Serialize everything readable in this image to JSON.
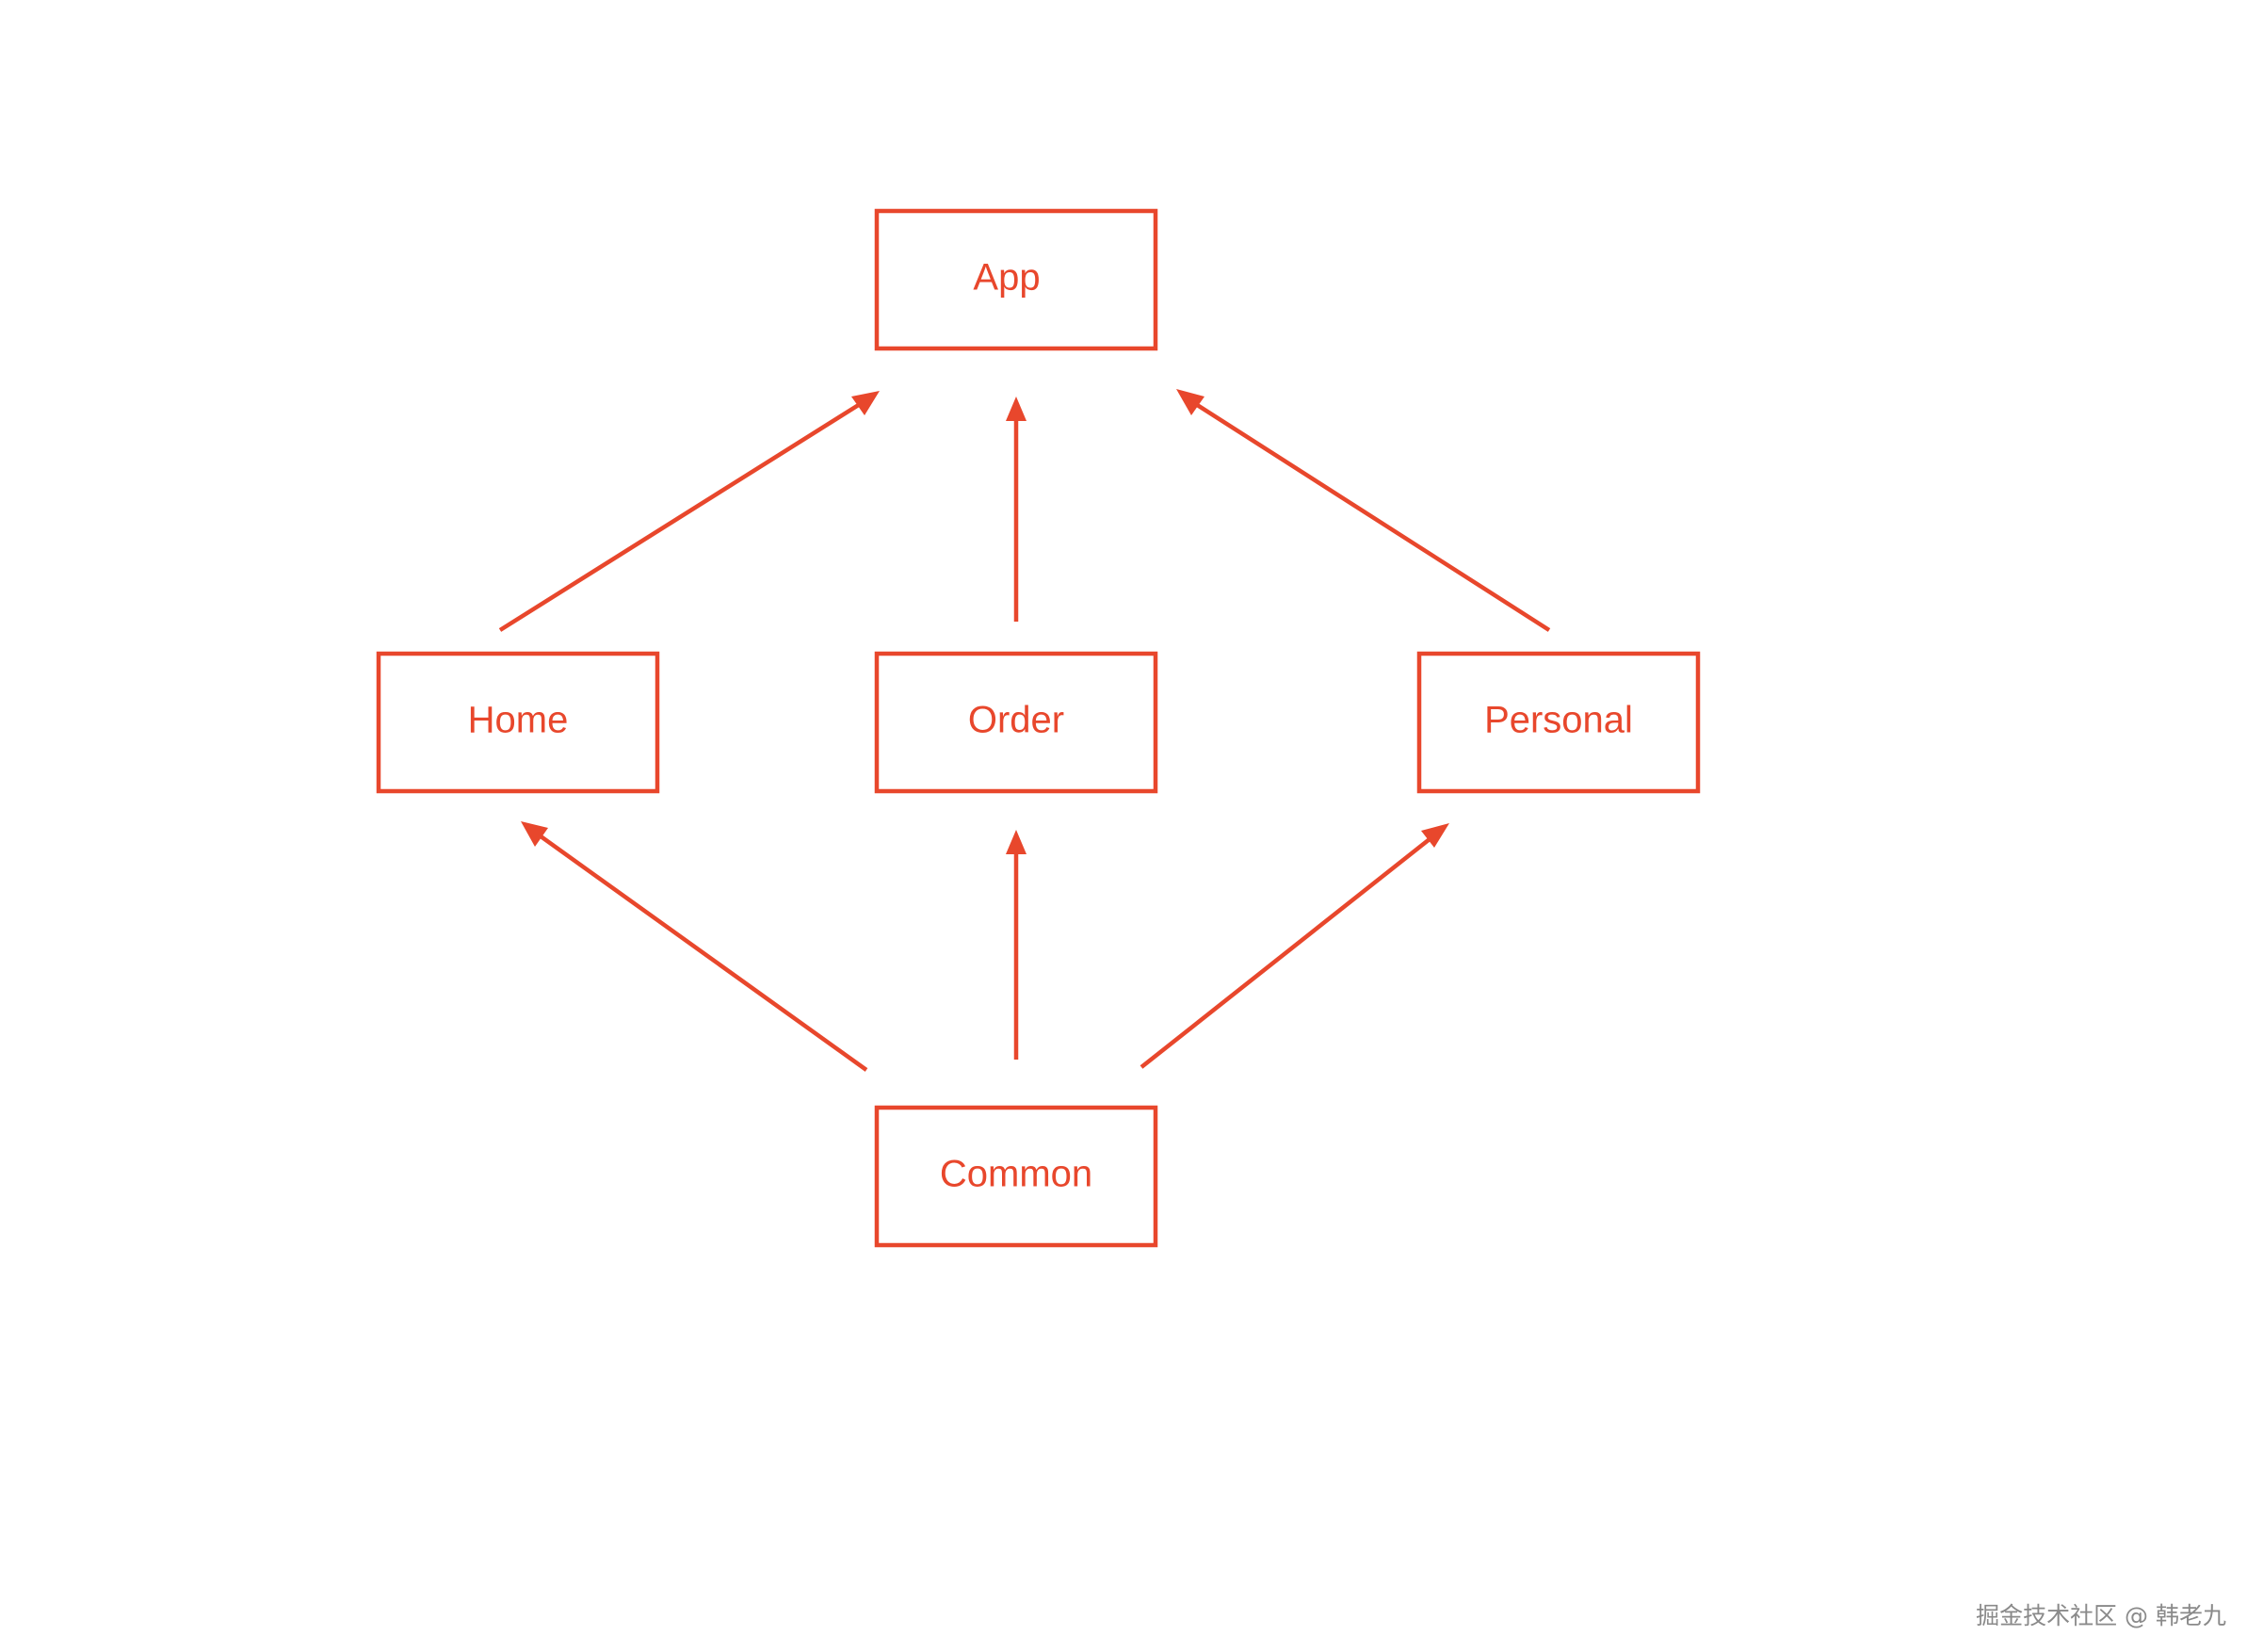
{
  "nodes": {
    "app": "App",
    "home": "Home",
    "order": "Order",
    "personal": "Personal",
    "common": "Common"
  },
  "edges": [
    {
      "from": "home",
      "to": "app"
    },
    {
      "from": "order",
      "to": "app"
    },
    {
      "from": "personal",
      "to": "app"
    },
    {
      "from": "common",
      "to": "home"
    },
    {
      "from": "common",
      "to": "order"
    },
    {
      "from": "common",
      "to": "personal"
    }
  ],
  "watermark": "掘金技术社区 @ 韩老九",
  "colors": {
    "accent": "#e8472c",
    "watermark": "#8a8a8a"
  }
}
